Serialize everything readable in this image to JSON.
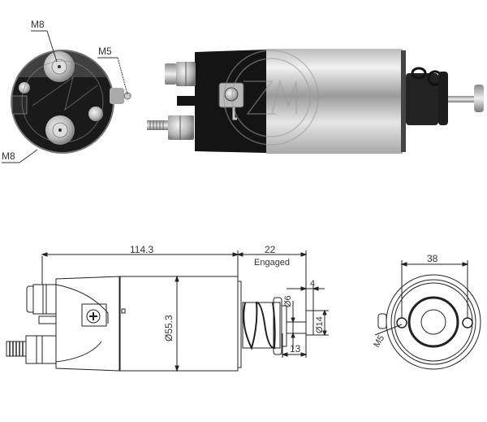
{
  "photo_end_view": {
    "labels": {
      "top_terminal": "M8",
      "side_terminal": "M5",
      "bottom_terminal": "M8"
    }
  },
  "photo_side_view": {
    "watermark": "ZM"
  },
  "drawing_side_view": {
    "dimensions": {
      "body_length": "114.3",
      "plunger_travel": "22",
      "plunger_travel_note": "Engaged",
      "body_diameter": "Ø55.3",
      "shaft_diameter": "Ø6",
      "head_width": "4",
      "head_diameter": "Ø14",
      "shaft_length": "13"
    }
  },
  "drawing_end_view": {
    "dimensions": {
      "mount_hole_spacing": "38",
      "terminal_thread": "M5"
    }
  },
  "colors": {
    "line": "#222222",
    "body_black": "#111111",
    "metal_light": "#d9d9d9",
    "metal_dark": "#8a8a8a",
    "background": "#ffffff"
  }
}
